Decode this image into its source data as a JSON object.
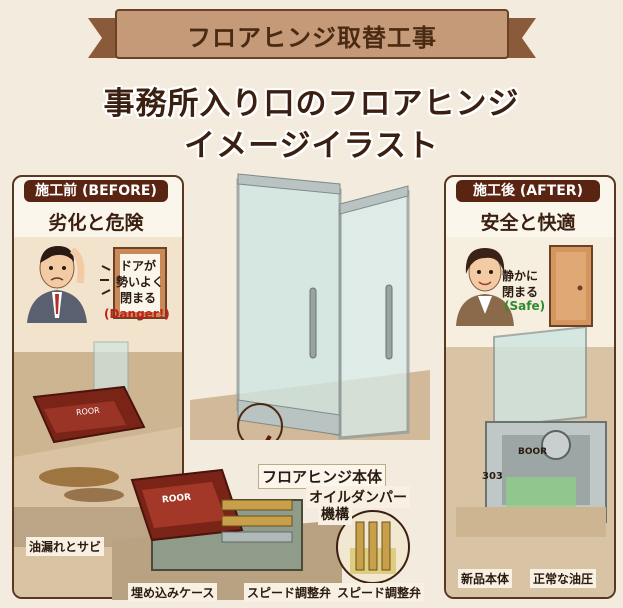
{
  "banner": {
    "title": "フロアヒンジ取替工事"
  },
  "headline": {
    "line1": "事務所入り口のフロアヒンジ",
    "line2": "イメージイラスト"
  },
  "before": {
    "tag": "施工前 (BEFORE)",
    "subtitle": "劣化と危険",
    "sign_lines": [
      "ドアが",
      "勢いよく",
      "閉まる"
    ],
    "danger": "(Danger!)",
    "device_label": "ROOR",
    "leak_label": "油漏れとサビ"
  },
  "after": {
    "tag": "施工後 (AFTER)",
    "subtitle": "安全と快適",
    "sign_lines": [
      "静かに",
      "閉まる"
    ],
    "safe": "(Safe)",
    "device_label": "BOOR",
    "device_number": "303",
    "new_label": "新品本体",
    "pressure_label": "正常な油圧"
  },
  "center": {
    "body_label": "フロアヒンジ本体",
    "oil_label_line1": "オイルダンパー",
    "oil_label_line2": "機構",
    "case_label": "埋め込みケース",
    "speed_label": "スピード調整弁",
    "speed_label_2": "スピード調整弁",
    "device_label": "ROOR"
  },
  "colors": {
    "rust": "#7a2418",
    "brown": "#5a2412",
    "accent_red": "#c0201a",
    "safe_green": "#2e8b2e",
    "glass": "#cfe5e2"
  }
}
